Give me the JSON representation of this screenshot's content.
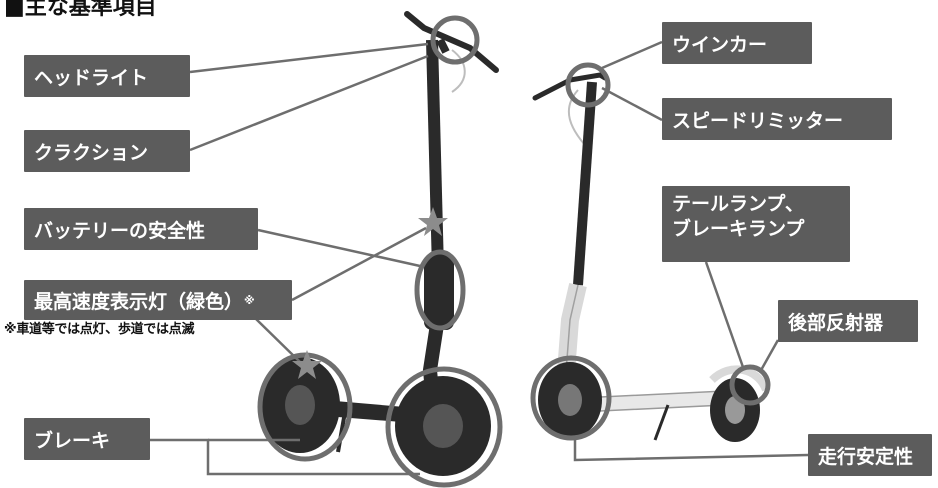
{
  "title": "■主な基準項目",
  "labels": {
    "headlight": "ヘッドライト",
    "horn": "クラクション",
    "battery_safety": "バッテリーの安全性",
    "speed_indicator_lamp": "最高速度表示灯（緑色）",
    "speed_indicator_mark": "※",
    "brake": "ブレーキ",
    "turn_signal": "ウインカー",
    "speed_limiter": "スピードリミッター",
    "tail_lamp_line1": "テールランプ、",
    "tail_lamp_line2": "ブレーキランプ",
    "rear_reflector": "後部反射器",
    "driving_stability": "走行安定性"
  },
  "note": "※車道等では点灯、歩道では点滅",
  "colors": {
    "label_bg": "#5c5c5c",
    "label_text": "#ffffff",
    "leader_line": "#6e6e6e",
    "highlight_circle": "#6e6e6e",
    "star": "#8c8c8c",
    "scooter_body": "#2a2a2a",
    "scooter_light": "#e8e8e8"
  }
}
